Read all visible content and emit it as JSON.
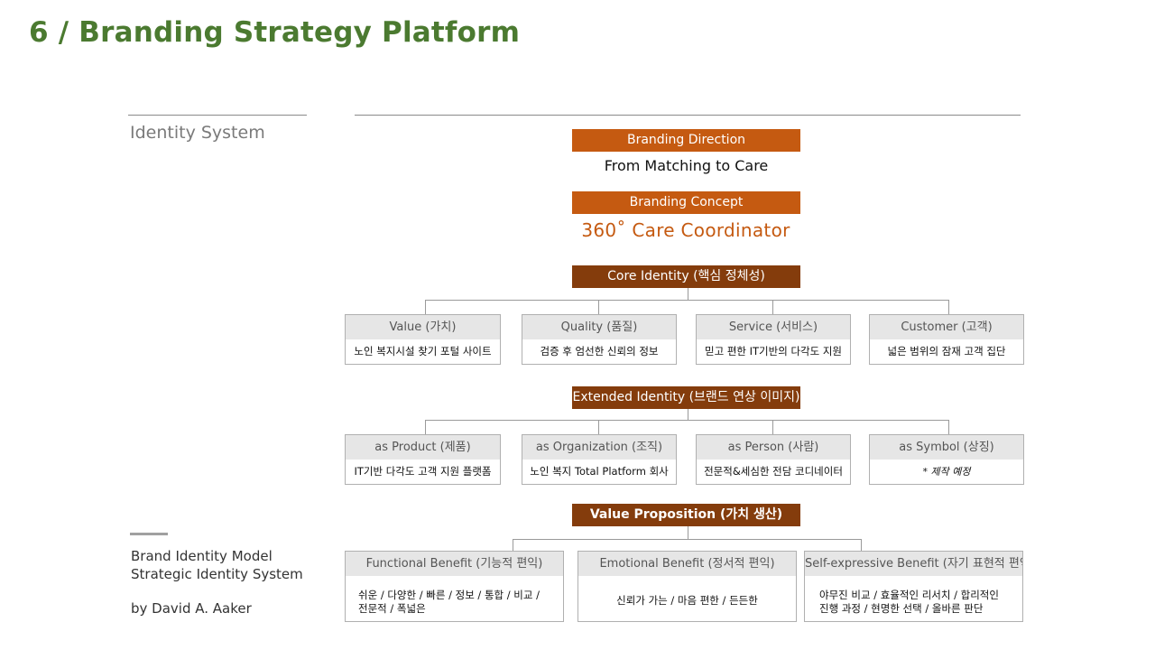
{
  "page": {
    "title": "6 / Branding Strategy Platform"
  },
  "sidebar": {
    "title": "Identity System",
    "model_line1": "Brand Identity Model",
    "model_line2": "Strategic Identity System",
    "author": "by David A. Aaker"
  },
  "diagram": {
    "direction_label": "Branding Direction",
    "direction_text": "From Matching  to Care",
    "concept_label": "Branding Concept",
    "concept_text": "360˚ Care Coordinator",
    "core_identity": {
      "label": "Core Identity (핵심 정체성)",
      "items": [
        {
          "title": "Value (가치)",
          "desc": "노인 복지시설 찾기 포털 사이트"
        },
        {
          "title": "Quality (품질)",
          "desc": "검증 후 엄선한 신뢰의 정보"
        },
        {
          "title": "Service (서비스)",
          "desc": "믿고 편한 IT기반의 다각도 지원"
        },
        {
          "title": "Customer (고객)",
          "desc": "넓은 범위의 잠재 고객 집단"
        }
      ]
    },
    "extended_identity": {
      "label": "Extended Identity (브랜드 연상 이미지)",
      "items": [
        {
          "title": "as Product (제품)",
          "desc": "IT기반 다각도 고객 지원 플랫폼"
        },
        {
          "title": "as Organization (조직)",
          "desc": "노인 복지 Total Platform 회사"
        },
        {
          "title": "as Person (사람)",
          "desc": "전문적&세심한 전담 코디네이터"
        },
        {
          "title": "as Symbol (상징)",
          "desc": "* 제작 예정"
        }
      ]
    },
    "value_proposition": {
      "label": "Value Proposition (가치 생산)",
      "items": [
        {
          "title": "Functional Benefit (기능적 편익)",
          "desc": "쉬운 / 다양한 / 빠른 / 정보 / 통합 / 비교 / 전문적 / 폭넓은"
        },
        {
          "title": "Emotional Benefit (정서적 편익)",
          "desc": "신뢰가 가는 / 마음 편한 / 든든한"
        },
        {
          "title": "Self-expressive Benefit (자기 표현적 편익)",
          "desc": "야무진 비교 / 효율적인 리서치 / 합리적인 진행 과정 / 현명한 선택 / 올바른 판단"
        }
      ]
    }
  }
}
